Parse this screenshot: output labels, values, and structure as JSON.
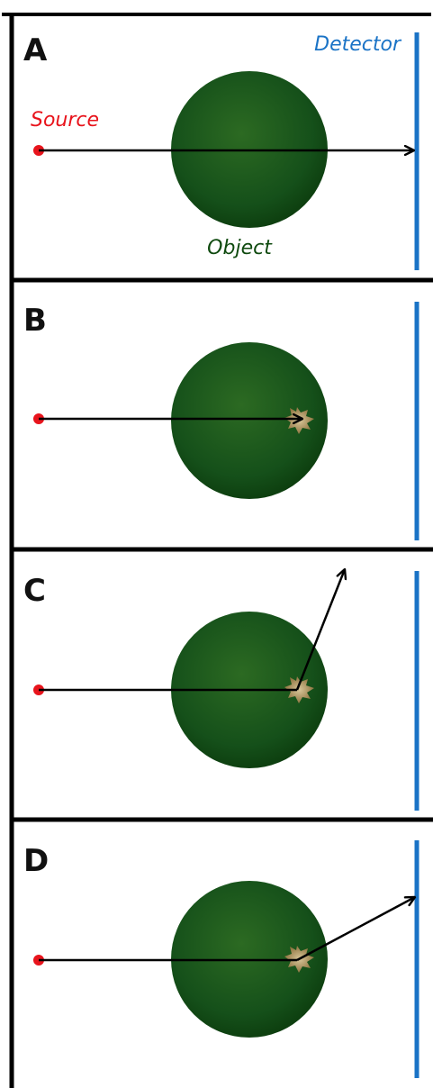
{
  "panels": [
    {
      "letter": "A",
      "outcome": "transmitted"
    },
    {
      "letter": "B",
      "outcome": "absorbed"
    },
    {
      "letter": "C",
      "outcome": "scattered-away"
    },
    {
      "letter": "D",
      "outcome": "scattered-to-detector"
    }
  ],
  "labels": {
    "source": "Source",
    "detector": "Detector",
    "object": "Object"
  },
  "colors": {
    "source": "#e8141c",
    "detector": "#1a73c6",
    "object": "#0f4a0f",
    "object_highlight": "#2c6a22",
    "interaction": "#b59b68",
    "ray": "#000000",
    "frame": "#000000"
  }
}
